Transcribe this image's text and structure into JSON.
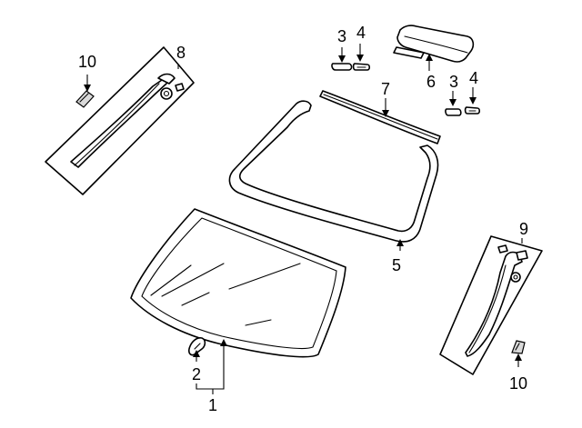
{
  "callouts": {
    "c1": "1",
    "c2": "2",
    "c3a": "3",
    "c4a": "4",
    "c3b": "3",
    "c4b": "4",
    "c5": "5",
    "c6": "6",
    "c7": "7",
    "c8": "8",
    "c9": "9",
    "c10a": "10",
    "c10b": "10"
  }
}
